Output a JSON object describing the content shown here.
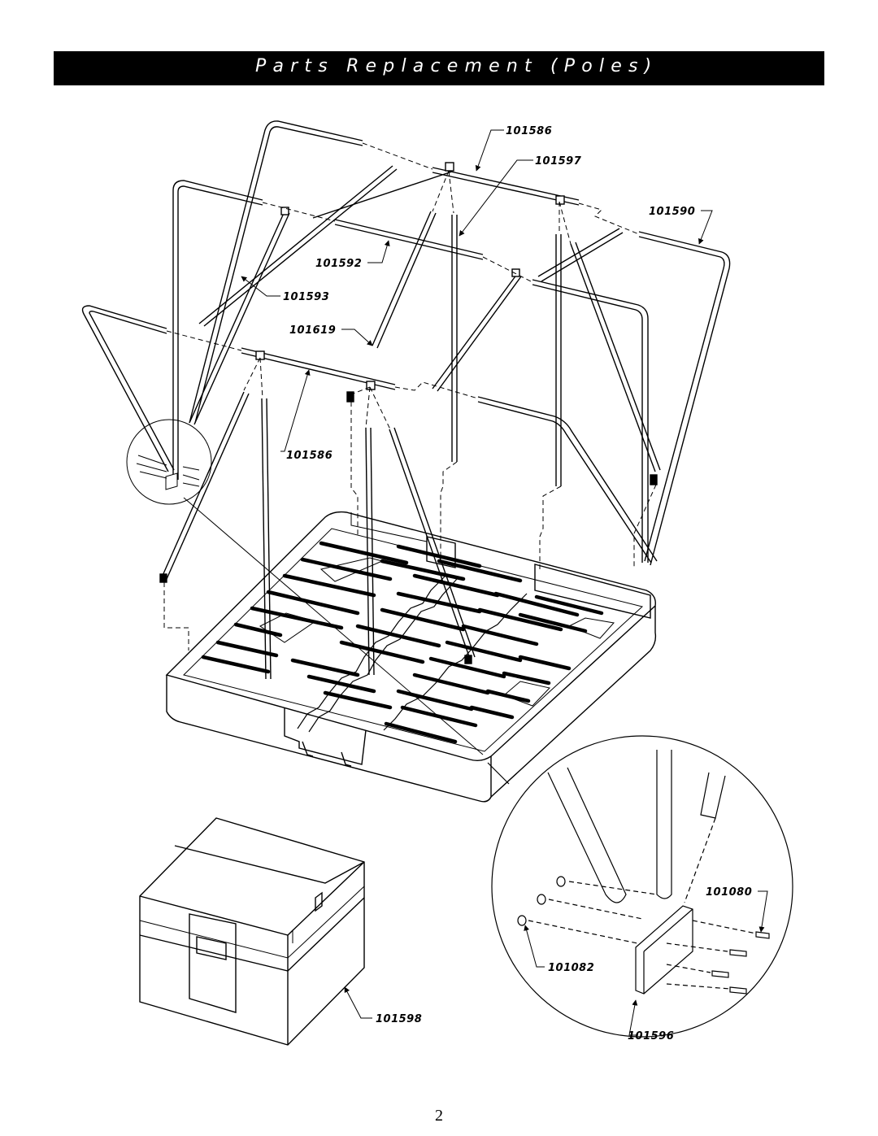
{
  "title": "Parts Replacement (Poles)",
  "callouts": {
    "top_rail": "101586",
    "tee_connector": "101597",
    "side_frame": "101590",
    "cross_rail": "101592",
    "brace_pole": "101593",
    "upright_pole": "101619",
    "front_rail": "101586",
    "bolt": "101080",
    "nut": "101082",
    "mount_bracket": "101596",
    "storage_case": "101598"
  },
  "page_number": "2"
}
